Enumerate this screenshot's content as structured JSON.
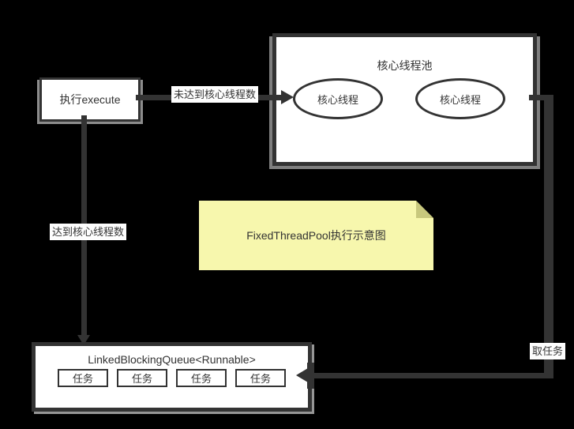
{
  "diagram": {
    "note_title": "FixedThreadPool执行示意图",
    "execute_box": {
      "label": "执行execute"
    },
    "pool": {
      "title": "核心线程池",
      "threads": [
        {
          "label": "核心线程"
        },
        {
          "label": "核心线程"
        }
      ]
    },
    "edges": {
      "to_pool_label": "未达到核心线程数",
      "to_queue_label": "达到核心线程数",
      "take_task_label": "取任务"
    },
    "queue": {
      "title": "LinkedBlockingQueue<Runnable>",
      "tasks": [
        {
          "label": "任务"
        },
        {
          "label": "任务"
        },
        {
          "label": "任务"
        },
        {
          "label": "任务"
        }
      ]
    },
    "colors": {
      "background": "#000000",
      "line": "#333333",
      "box_fill": "#ffffff",
      "box_border": "#333333",
      "box_shadow": "#8c8c8c",
      "note_fill": "#f7f7ad",
      "note_fold": "#c8c87d",
      "text": "#333333",
      "label_chip_bg": "#fdfdfd"
    }
  }
}
